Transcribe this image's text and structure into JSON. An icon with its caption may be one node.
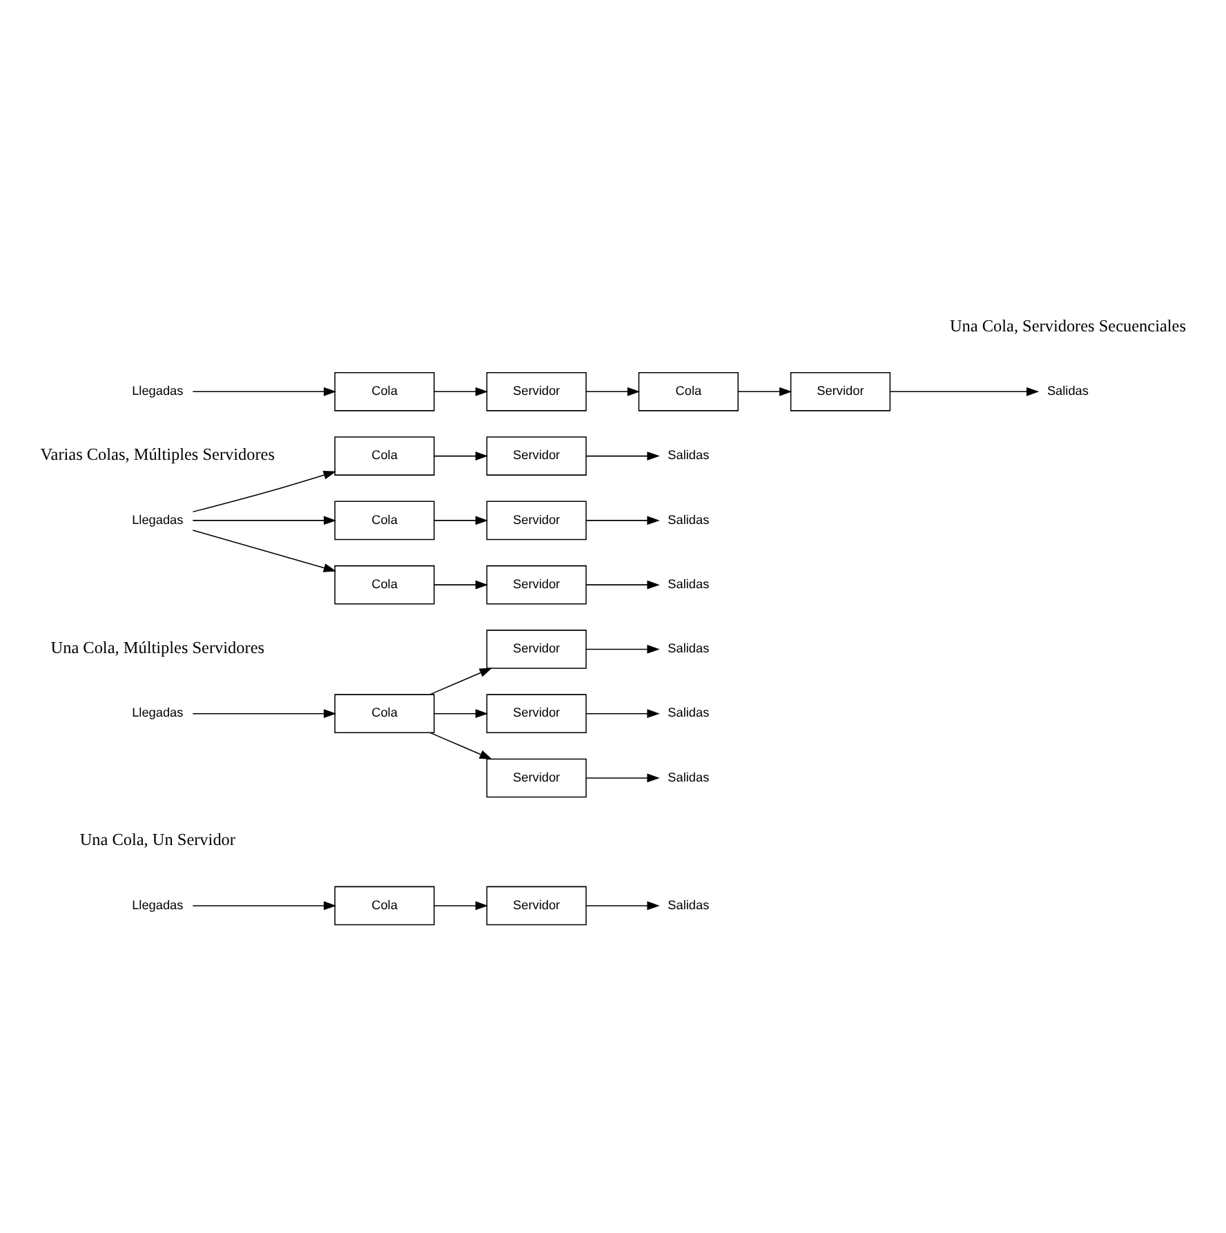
{
  "diagram": {
    "nodes": [
      {
        "text": [
          "Llegadas"
        ]
      },
      {
        "text": [
          "Cola"
        ]
      },
      {
        "text": [
          "Servidor"
        ]
      },
      {
        "text": [
          "Salidas"
        ]
      },
      {
        "text": [
          "Llegadas"
        ]
      },
      {
        "text": [
          "Cola"
        ]
      },
      {
        "text": [
          "Servidor"
        ]
      },
      {
        "text": [
          "Servidor"
        ]
      },
      {
        "text": [
          "Servidor"
        ]
      },
      {
        "text": [
          "Salidas"
        ]
      },
      {
        "text": [
          "Salidas"
        ]
      },
      {
        "text": [
          "Salidas"
        ]
      },
      {
        "text": [
          "Llegadas"
        ]
      },
      {
        "text": [
          "Cola"
        ]
      },
      {
        "text": [
          "Cola"
        ]
      },
      {
        "text": [
          "Cola"
        ]
      },
      {
        "text": [
          "Servidor"
        ]
      },
      {
        "text": [
          "Servidor"
        ]
      },
      {
        "text": [
          "Servidor"
        ]
      },
      {
        "text": [
          "Salidas"
        ]
      },
      {
        "text": [
          "Salidas"
        ]
      },
      {
        "text": [
          "Salidas"
        ]
      },
      {
        "text": [
          "Salidas"
        ]
      },
      {
        "text": [
          "Llegadas"
        ]
      },
      {
        "text": [
          "Cola"
        ]
      },
      {
        "text": [
          "Servidor"
        ]
      },
      {
        "text": [
          "Cola"
        ]
      },
      {
        "text": [
          "Servidor"
        ]
      }
    ],
    "edges": [
      {
        "from": 0,
        "to": 1,
        "arrow": "to"
      },
      {
        "from": 1,
        "to": 2,
        "arrow": "to"
      },
      {
        "from": 2,
        "to": 3,
        "arrow": "to"
      },
      {
        "from": 4,
        "to": 5,
        "arrow": "to"
      },
      {
        "from": 5,
        "to": 6,
        "arrow": "to"
      },
      {
        "from": 5,
        "to": 7,
        "arrow": "to"
      },
      {
        "from": 5,
        "to": 8,
        "arrow": "to"
      },
      {
        "from": 6,
        "to": 9,
        "arrow": "to"
      },
      {
        "from": 7,
        "to": 10,
        "arrow": "to"
      },
      {
        "from": 8,
        "to": 11,
        "arrow": "to"
      },
      {
        "from": 12,
        "to": 13,
        "arrow": "to"
      },
      {
        "from": 12,
        "to": 14,
        "arrow": "to"
      },
      {
        "from": 12,
        "to": 15,
        "arrow": "to"
      },
      {
        "from": 13,
        "to": 16,
        "arrow": "to"
      },
      {
        "from": 14,
        "to": 17,
        "arrow": "to"
      },
      {
        "from": 15,
        "to": 18,
        "arrow": "to"
      },
      {
        "from": 16,
        "to": 19,
        "arrow": "to"
      },
      {
        "from": 17,
        "to": 20,
        "arrow": "to"
      },
      {
        "from": 18,
        "to": 21,
        "arrow": "to"
      },
      {
        "from": 23,
        "to": 24,
        "arrow": "to"
      },
      {
        "from": 24,
        "to": 25,
        "arrow": "to"
      },
      {
        "from": 25,
        "to": 26,
        "arrow": "to"
      },
      {
        "from": 26,
        "to": 27,
        "arrow": "to"
      },
      {
        "from": 27,
        "to": 22,
        "arrow": "to"
      }
    ],
    "labels": [
      "Una Cola, Un Servidor",
      "Una Cola, Múltiples Servidores",
      "Varias Colas, Múltiples Servidores",
      "Una Cola, Servidores Secuenciales"
    ]
  }
}
